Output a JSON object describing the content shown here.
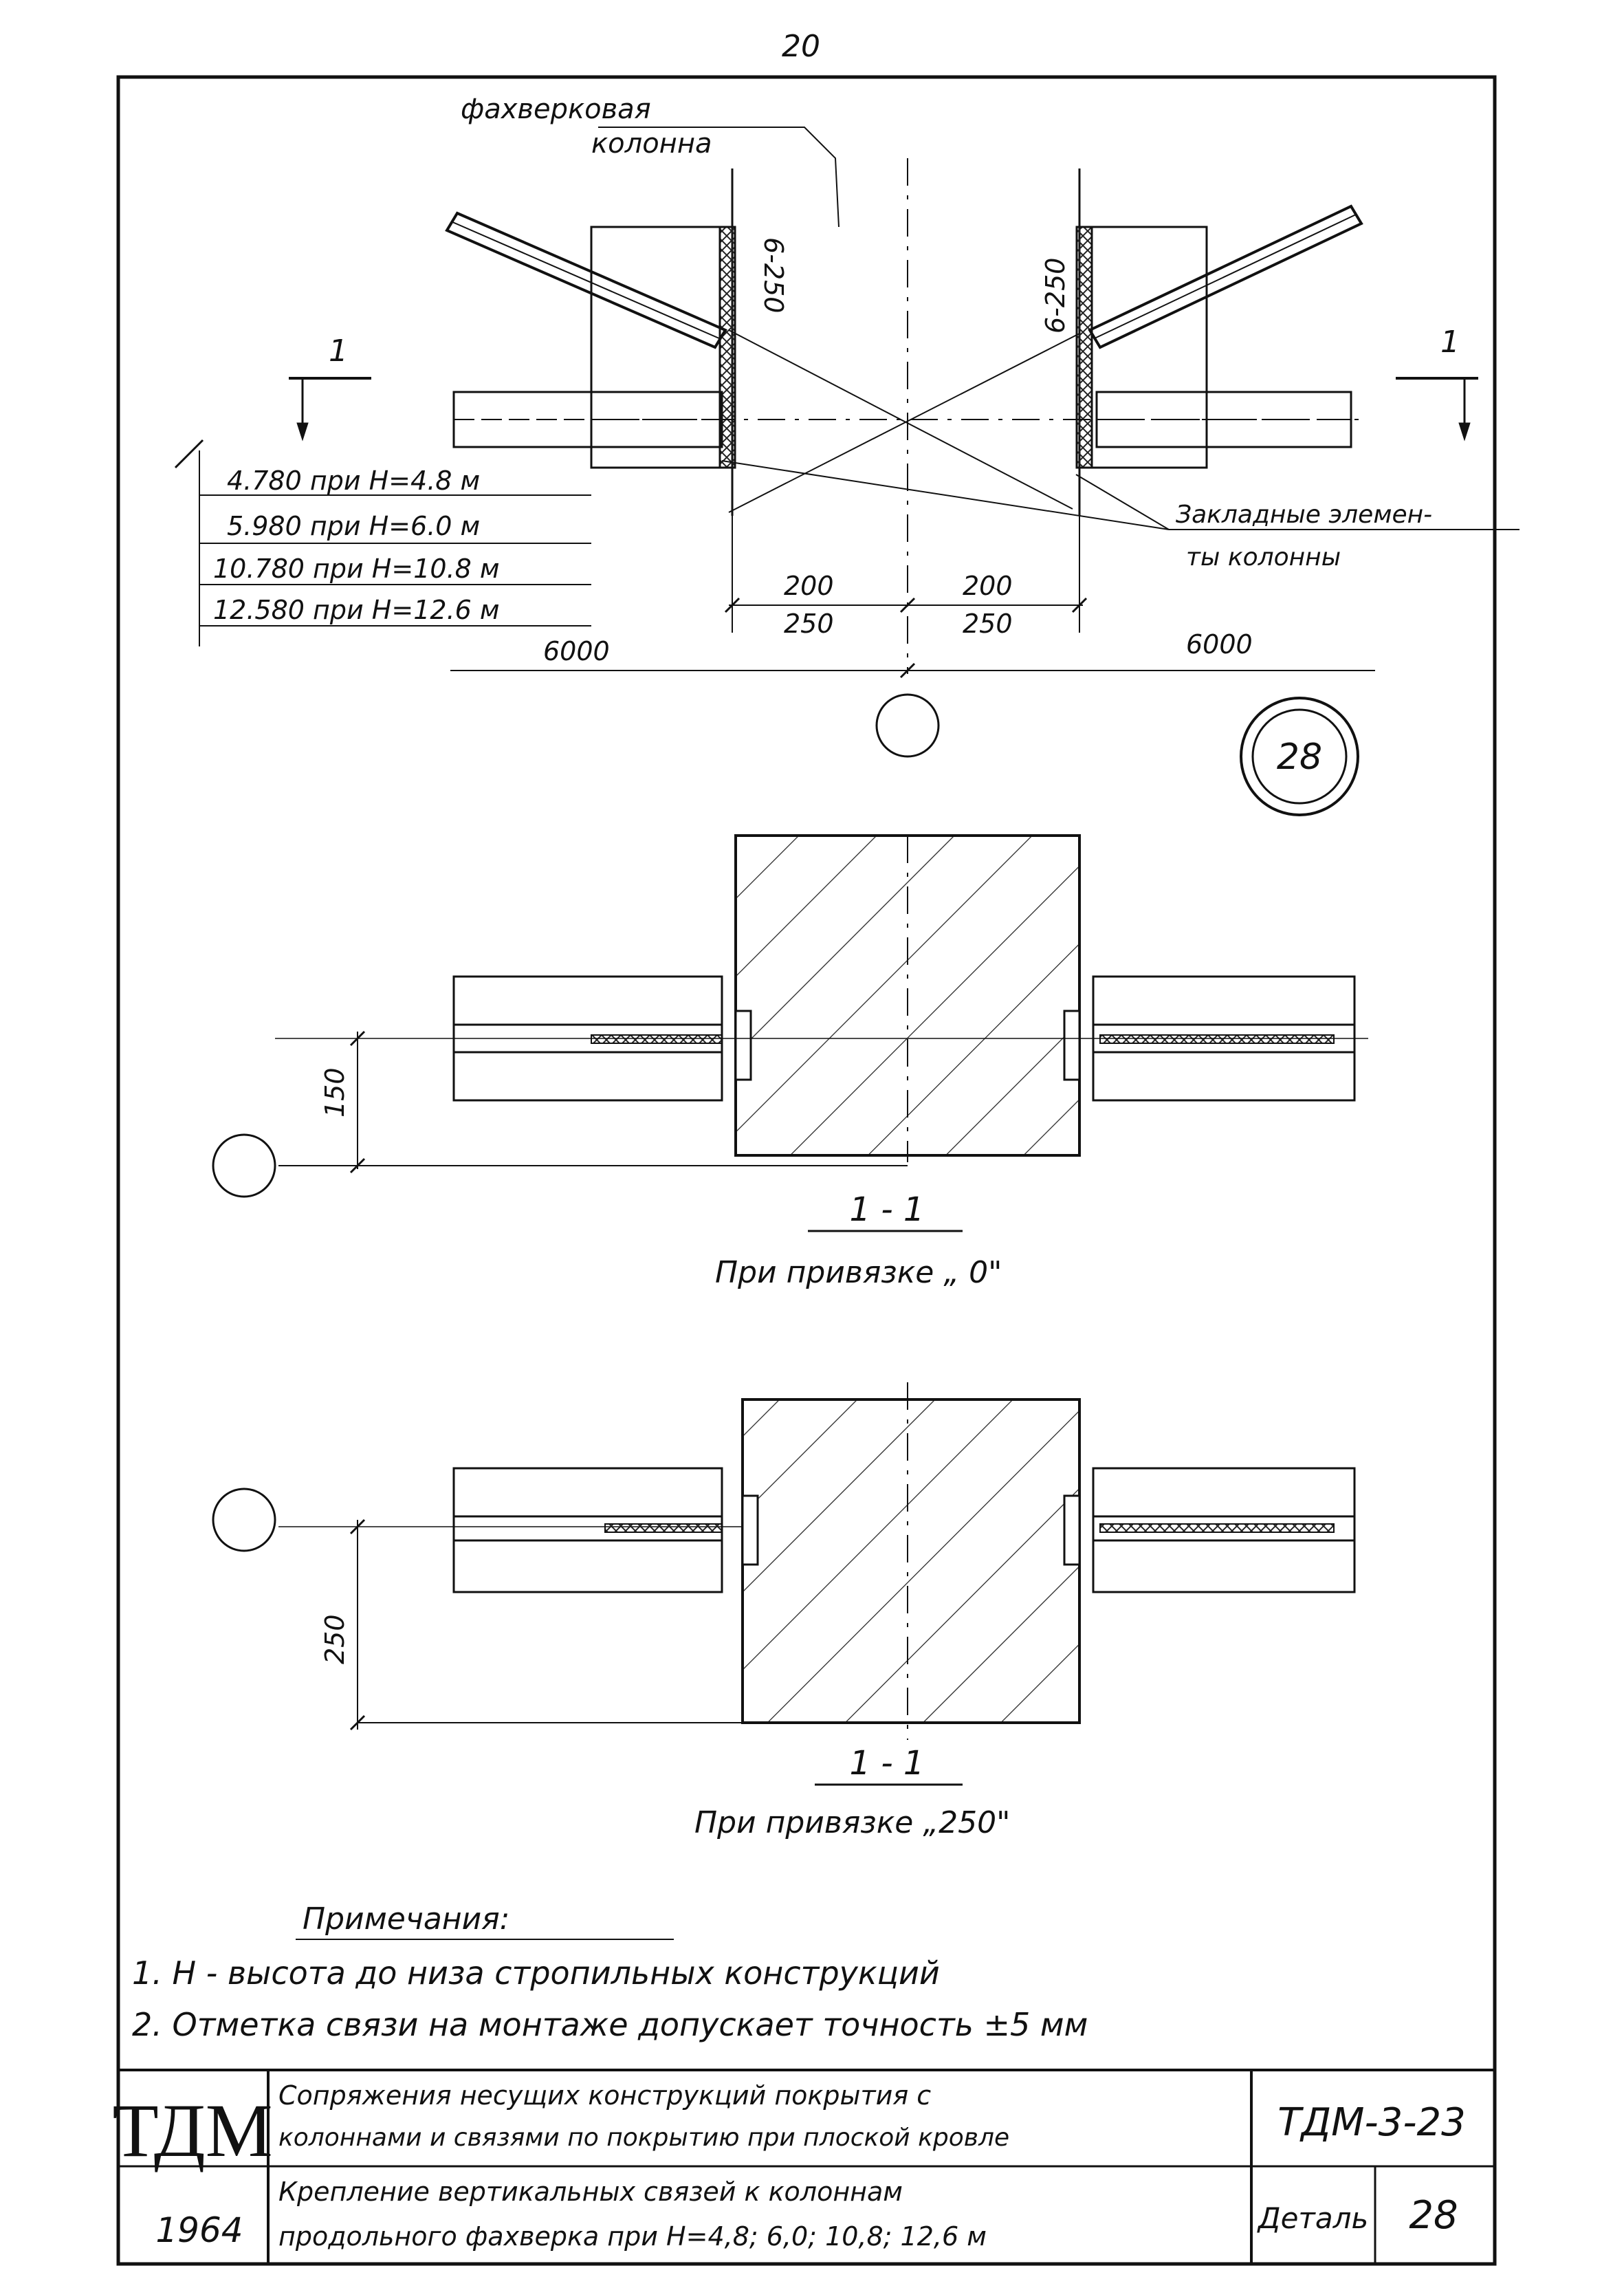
{
  "page_number": "20",
  "top_view": {
    "column_label_line1": "фахверковая",
    "column_label_line2": "колонна",
    "weld_left": "6-250",
    "weld_right": "6-250",
    "section_mark_left": "1",
    "section_mark_right": "1",
    "embedded_label_line1": "Закладные элемен-",
    "embedded_label_line2": "ты колонны",
    "dim_200_left": "200",
    "dim_200_right": "200",
    "dim_250_left": "250",
    "dim_250_right": "250",
    "span_left": "6000",
    "span_right": "6000",
    "elevations": [
      "4.780 при Н=4.8 м",
      "5.980 при Н=6.0 м",
      "10.780 при Н=10.8 м",
      "12.580 при Н=12.6 м"
    ]
  },
  "detail_number": "28",
  "section_a": {
    "mark": "1 - 1",
    "caption": "При привязке „ 0\"",
    "dim": "150"
  },
  "section_b": {
    "mark": "1 - 1",
    "caption": "При привязке „250\"",
    "dim": "250"
  },
  "notes": {
    "title": "Примечания:",
    "items": [
      "1. Н - высота до низа стропильных конструкций",
      "2. Отметка связи на монтаже допускает точность ±5 мм"
    ]
  },
  "title_block": {
    "logo": "ТДМ",
    "year": "1964",
    "title_line1": "Сопряжения несущих конструкций покрытия с",
    "title_line2": "колоннами и связями по покрытию при плоской кровле",
    "subtitle_line1": "Крепление вертикальных связей к колоннам",
    "subtitle_line2": "продольного фахверка при Н=4,8; 6,0; 10,8; 12,6 м",
    "code": "ТДМ-3-23",
    "detail_label": "Деталь",
    "detail_number": "28"
  }
}
